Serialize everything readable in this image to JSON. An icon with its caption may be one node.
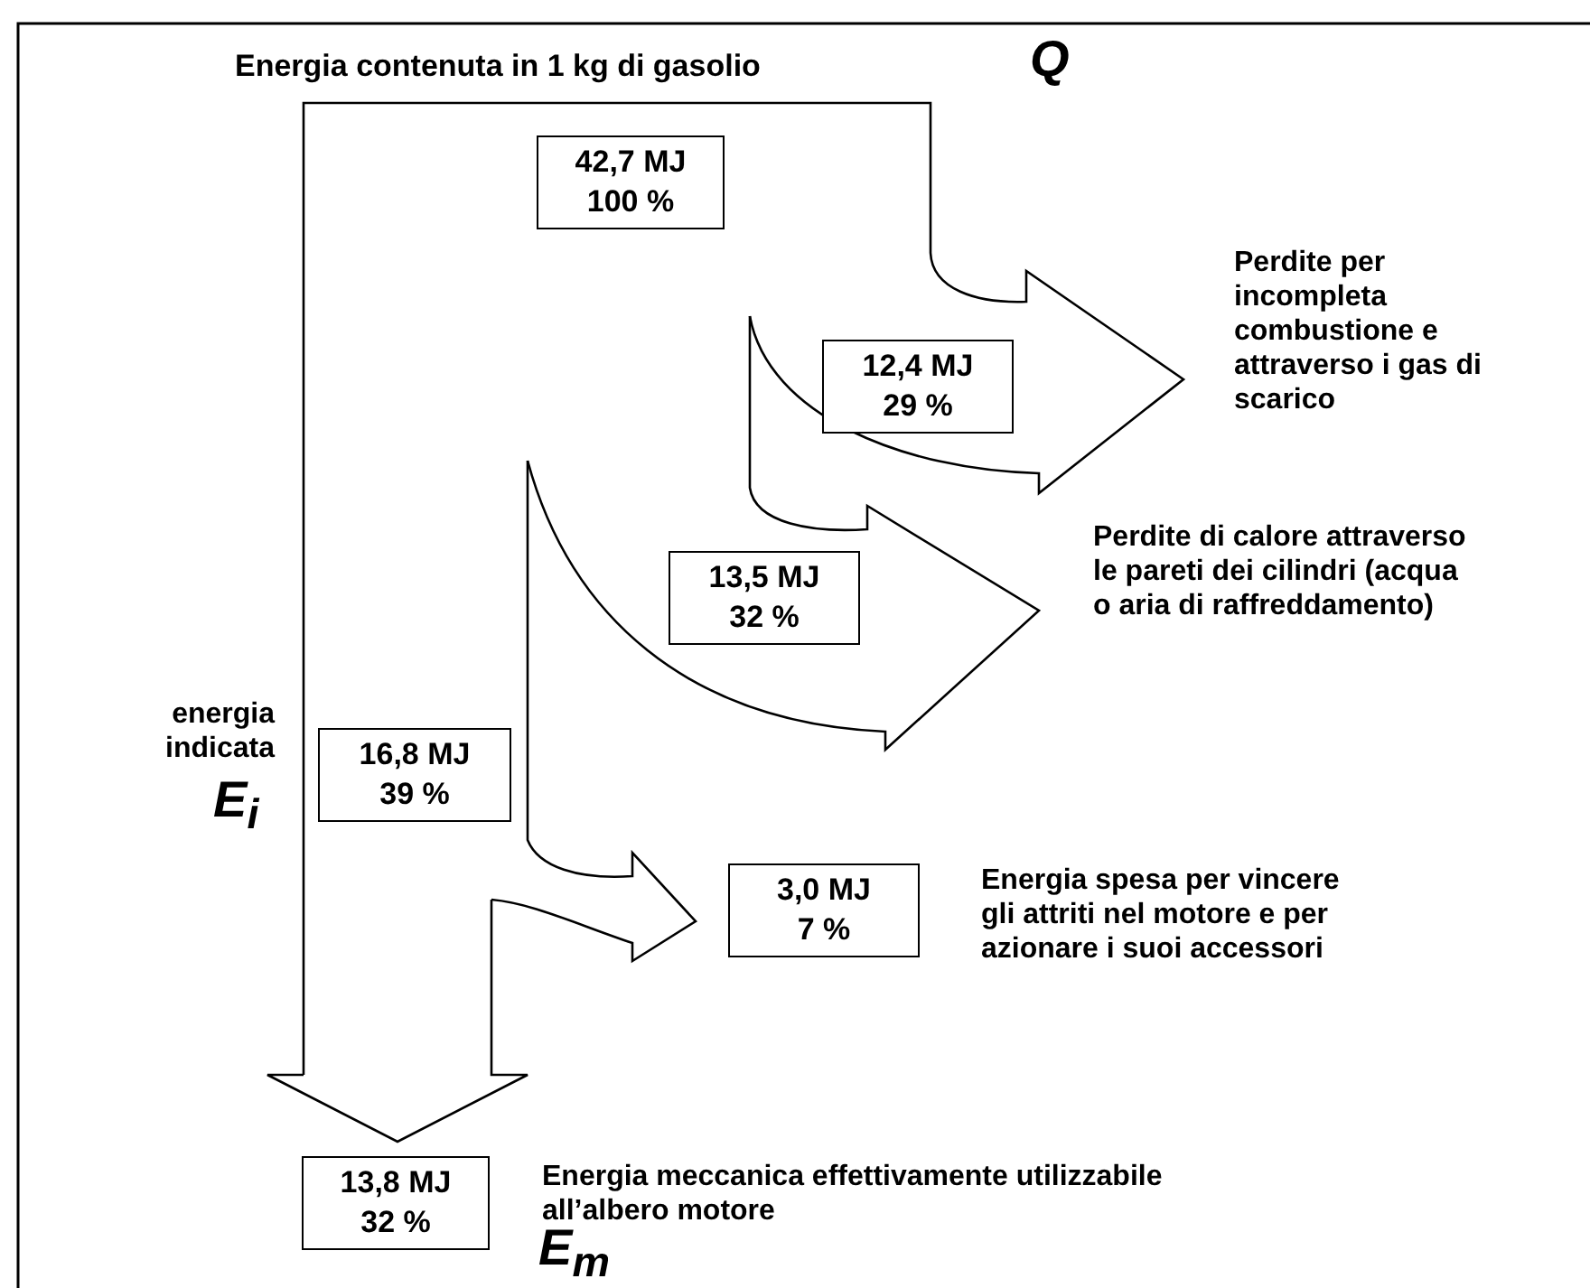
{
  "diagram": {
    "title": "Energia contenuta in 1 kg di gasolio",
    "nodes": [
      {
        "text": [
          "42,7 MJ",
          "100 %"
        ]
      },
      {
        "text": [
          "12,4 MJ",
          "29 %"
        ]
      },
      {
        "text": [
          "13,5 MJ",
          "32 %"
        ]
      },
      {
        "text": [
          "16,8 MJ",
          "39 %"
        ],
        "beside": [
          "energia indicata",
          "E$_{i}$"
        ]
      },
      {
        "text": [
          "3,0 MJ",
          "7 %"
        ],
        "beside": [
          "Energia spesa per vincere gli attriti nel motore e per azionare i suoi accessori"
        ]
      },
      {
        "text": [
          "13,8 MJ",
          "32 %"
        ],
        "beside": [
          "Energia meccanica effettivamente utilizzabile all’albero motore",
          "E$_{m}$"
        ]
      }
    ],
    "labels": [
      "Q",
      "Perdite per incompleta combustione e attraverso i gas di scarico",
      "Perdite di calore attraverso le pareti dei cilindri (acqua o aria di raffreddamento)"
    ]
  }
}
